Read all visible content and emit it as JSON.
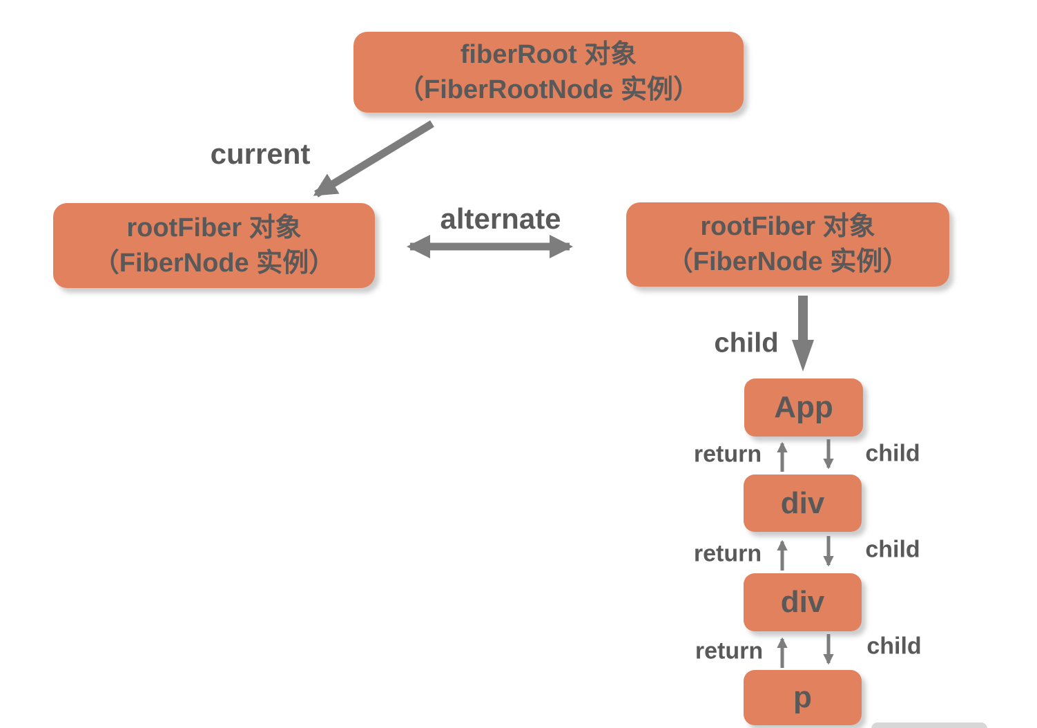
{
  "colors": {
    "box_fill": "#e2815d",
    "box_text": "#595959",
    "label_text": "#595959",
    "arrow": "#7d7d7d",
    "bg": "#ffffff"
  },
  "boxes": {
    "fiber_root": {
      "line1": "fiberRoot 对象",
      "line2": "（FiberRootNode 实例）"
    },
    "root_fiber_left": {
      "line1": "rootFiber 对象",
      "line2": "（FiberNode 实例）"
    },
    "root_fiber_right": {
      "line1": "rootFiber 对象",
      "line2": "（FiberNode 实例）"
    },
    "app": {
      "label": "App"
    },
    "div_1": {
      "label": "div"
    },
    "div_2": {
      "label": "div"
    },
    "p": {
      "label": "p"
    }
  },
  "edge_labels": {
    "current": "current",
    "alternate": "alternate",
    "child_root": "child",
    "return_1": "return",
    "child_1": "child",
    "return_2": "return",
    "child_2": "child",
    "return_3": "return",
    "child_3": "child"
  }
}
